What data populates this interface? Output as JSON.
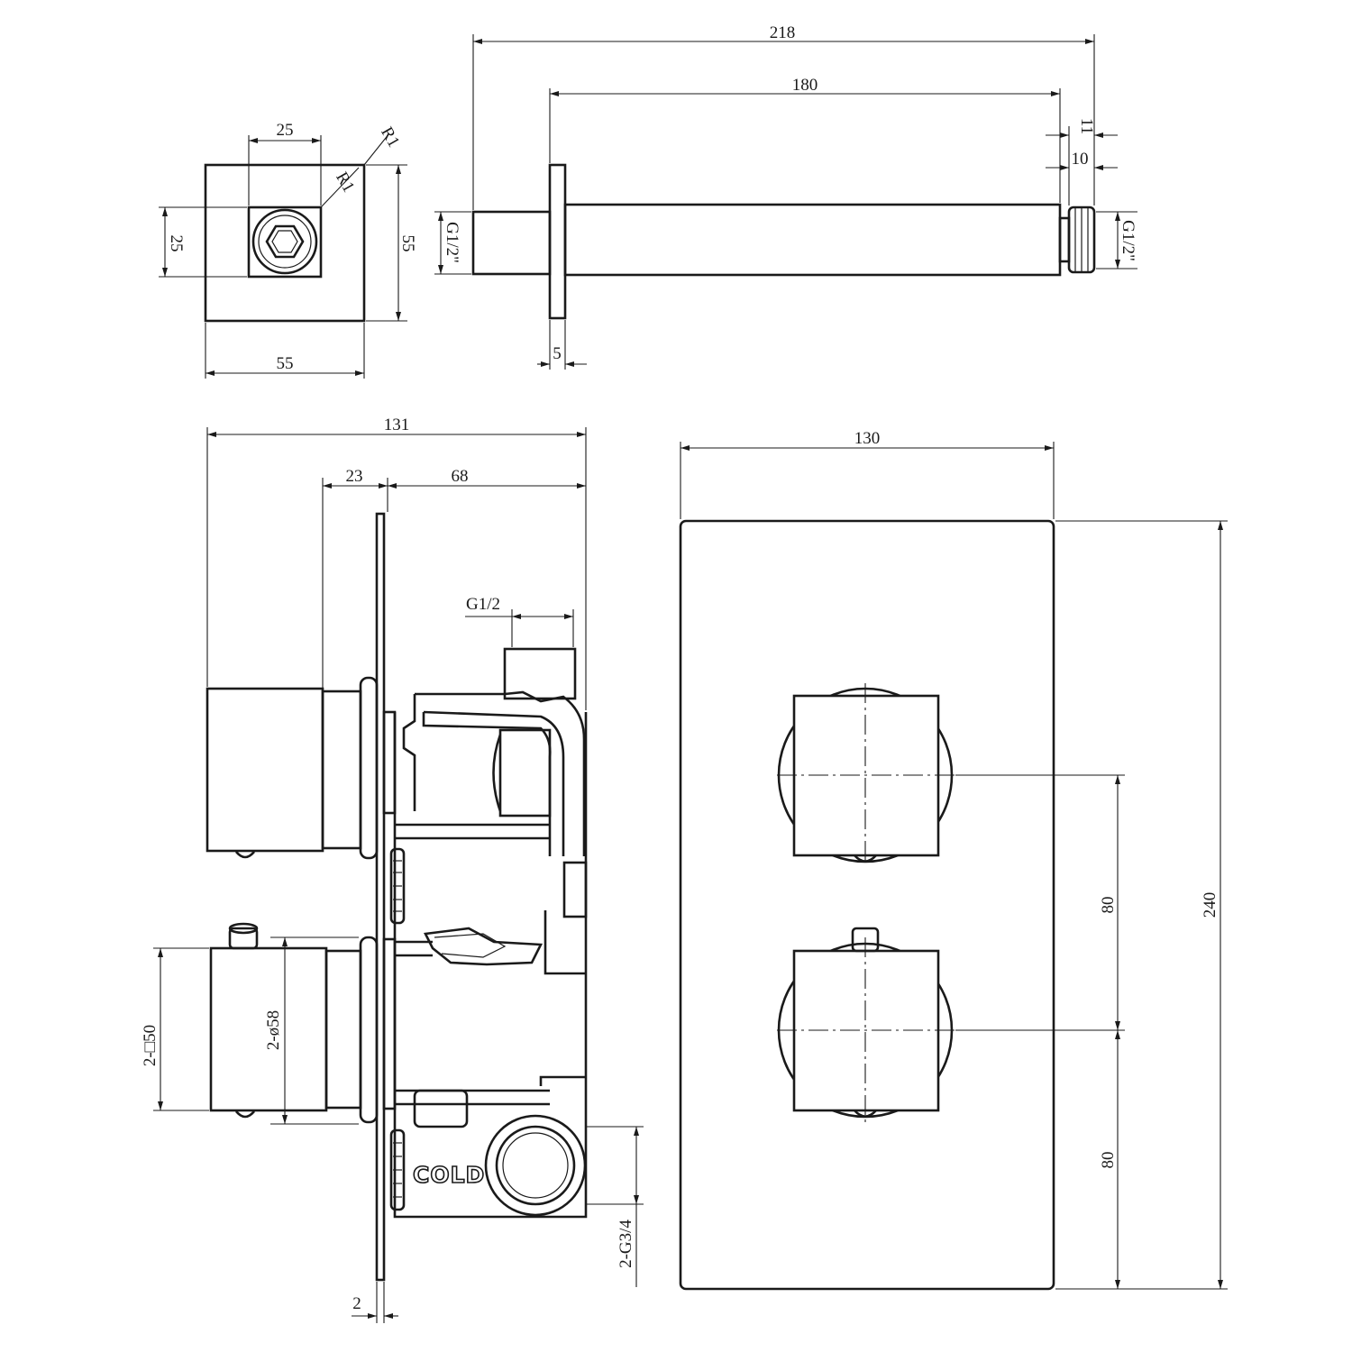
{
  "views": {
    "spout_end": {
      "width": "55",
      "height": "55",
      "hex_width": "25",
      "hex_height": "25",
      "radius_a": "R1",
      "radius_b": "R1"
    },
    "spout_side": {
      "total": "218",
      "arm": "180",
      "tip_a": "11",
      "tip_b": "10",
      "plate": "5",
      "inlet_thread": "G1/2\"",
      "outlet_thread": "G1/2\""
    },
    "valve_side": {
      "total": "131",
      "handle": "23",
      "body": "68",
      "outlet": "G1/2",
      "handle_square": "2-□50",
      "handle_dia": "2-ø58",
      "inlet": "2-G3/4",
      "plate": "2",
      "marking": "COLD"
    },
    "valve_front": {
      "width": "130",
      "height": "240",
      "pitch_top": "80",
      "pitch_bottom": "80"
    }
  }
}
